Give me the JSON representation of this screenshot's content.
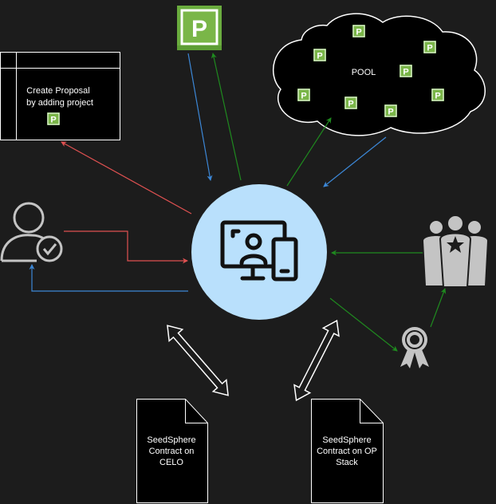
{
  "proposal_box": {
    "line1": "Create Proposal",
    "line2": "by adding project"
  },
  "pool": {
    "label": "POOL"
  },
  "token_letter": "P",
  "contract_celo": {
    "line1": "SeedSphere",
    "line2": "Contract on",
    "line3": "CELO"
  },
  "contract_op": {
    "line1": "SeedSphere",
    "line2": "Contract on OP",
    "line3": "Stack"
  },
  "colors": {
    "background": "#1c1c1c",
    "hub": "#b9e0fc",
    "token_green": "#6aac3e",
    "arrow_red": "#e05151",
    "arrow_blue": "#3c87d6",
    "arrow_green": "#1f8a1f",
    "grey_icon": "#c4c4c4"
  },
  "icons": [
    "parking-token-icon",
    "user-check-icon",
    "devices-icon",
    "team-icon",
    "award-ribbon-icon"
  ]
}
